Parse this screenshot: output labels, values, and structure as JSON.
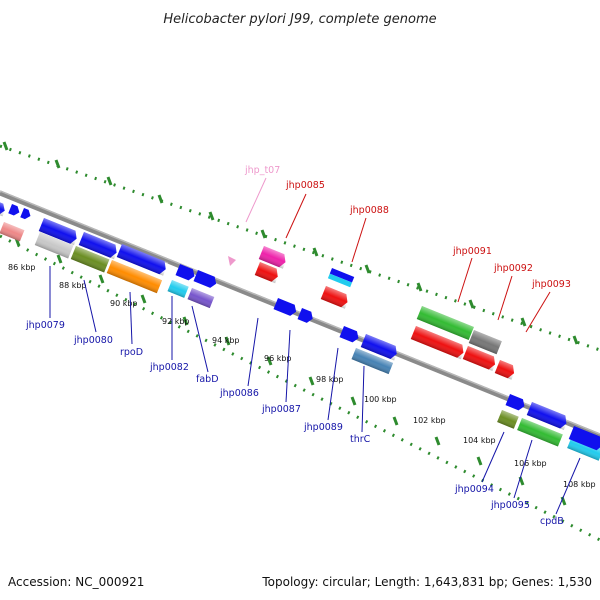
{
  "title": "Helicobacter pylori J99, complete genome",
  "footer": {
    "accession": "Accession: NC_000921",
    "summary": "Topology: circular; Length: 1,643,831 bp; Genes: 1,530"
  },
  "colors": {
    "backbone": "#8a8a8a",
    "dots": "#2e8b2e",
    "label_below": "#1515a8",
    "label_above": "#cc1111",
    "label_trna": "#ee99cc"
  },
  "scale": {
    "tick_labels": [
      "86 kbp",
      "88 kbp",
      "90 kbp",
      "92 kbp",
      "94 kbp",
      "96 kbp",
      "98 kbp",
      "100 kbp",
      "102 kbp",
      "104 kbp",
      "106 kbp",
      "108 kbp"
    ]
  },
  "labels_below": [
    "jhp0079",
    "jhp0080",
    "rpoD",
    "jhp0082",
    "fabD",
    "jhp0086",
    "jhp0087",
    "jhp0089",
    "thrC",
    "jhp0094",
    "jhp0095",
    "cpdB"
  ],
  "labels_above": [
    "jhp_t07",
    "jhp0085",
    "jhp0088",
    "jhp0091",
    "jhp0092",
    "jhp0093"
  ]
}
